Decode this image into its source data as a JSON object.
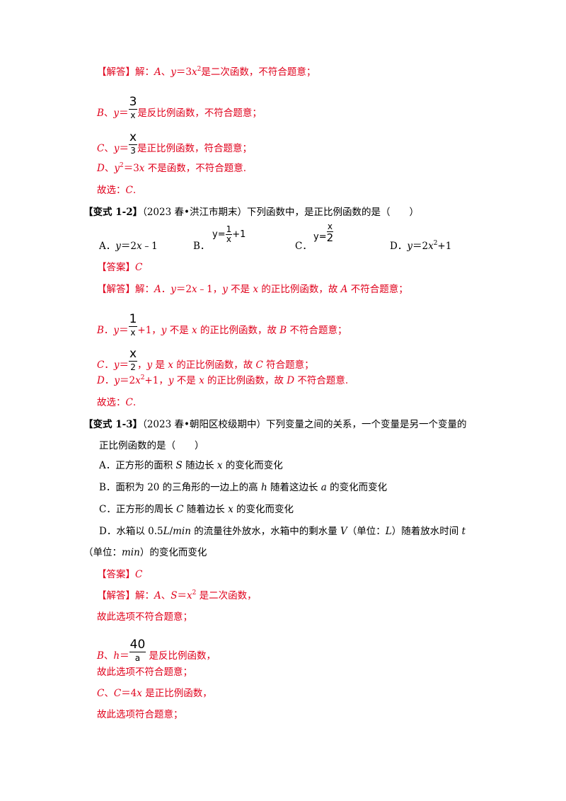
{
  "ex1_1": {
    "analysis_label": "【解答】",
    "l1_a": "解：",
    "l1_b": "A",
    "l1_c": "、",
    "l1_d": "y",
    "l1_e": "＝3",
    "l1_f": "x",
    "l1_g": "2",
    "l1_h": "是二次函数，不符合题意；",
    "l2_a": "B",
    "l2_b": "、",
    "l2_c": "y",
    "l2_d": "＝",
    "l2_num": "3",
    "l2_den": "x",
    "l2_e": "是反比例函数，不符合题意；",
    "l3_a": "C",
    "l3_b": "、",
    "l3_c": "y",
    "l3_d": "＝",
    "l3_num": "x",
    "l3_den": "3",
    "l3_e": "是正比例函数，符合题意；",
    "l4_a": "D",
    "l4_b": "、",
    "l4_c": "y",
    "l4_d": "2",
    "l4_e": "＝3",
    "l4_f": "x",
    "l4_g": " 不是函数，不符合题意.",
    "l5_a": "故选：",
    "l5_b": "C",
    "l5_c": "."
  },
  "ex1_2": {
    "title_label": "【变式 1-2】",
    "title_text": "（2023 春•洪江市期末）下列函数中，是正比例函数的是（　　）",
    "optA_a": "A．",
    "optA_b": "y",
    "optA_c": "＝2",
    "optA_d": "x",
    "optA_e": "﹣1",
    "optB_a": "B．",
    "optB_b": "y=",
    "optB_num": "1",
    "optB_den": "x",
    "optB_c": "+1",
    "optC_a": "C．",
    "optC_b": "y=",
    "optC_num": "x",
    "optC_den": "2",
    "optD_a": "D．",
    "optD_b": "y",
    "optD_c": "＝2",
    "optD_d": "x",
    "optD_e": "2",
    "optD_f": "+1",
    "answer_label": "【答案】",
    "answer_value": "C",
    "analysis_label": "【解答】",
    "s1_a": "解：",
    "s1_b": "A",
    "s1_c": "．",
    "s1_d": "y",
    "s1_e": "＝2",
    "s1_f": "x",
    "s1_g": "﹣1，",
    "s1_h": "y",
    "s1_i": " 不是 ",
    "s1_j": "x",
    "s1_k": " 的正比例函数，故 ",
    "s1_l": "A",
    "s1_m": " 不符合题意；",
    "s2_a": "B",
    "s2_b": "．",
    "s2_c": "y",
    "s2_d": "＝",
    "s2_num": "1",
    "s2_den": "x",
    "s2_e": "+1，",
    "s2_f": "y",
    "s2_g": " 不是 ",
    "s2_h": "x",
    "s2_i": " 的正比例函数，故 ",
    "s2_j": "B",
    "s2_k": " 不符合题意；",
    "s3_a": "C",
    "s3_b": "．",
    "s3_c": "y",
    "s3_d": "＝",
    "s3_num": "x",
    "s3_den": "2",
    "s3_e": "，",
    "s3_f": "y",
    "s3_g": " 是 ",
    "s3_h": "x",
    "s3_i": " 的正比例函数，故 ",
    "s3_j": "C",
    "s3_k": " 符合题意；",
    "s4_a": "D",
    "s4_b": "．",
    "s4_c": "y",
    "s4_d": "＝2",
    "s4_e": "x",
    "s4_f": "2",
    "s4_g": "+1，",
    "s4_h": "y",
    "s4_i": " 不是 ",
    "s4_j": "x",
    "s4_k": " 的正比例函数，故 ",
    "s4_l": "D",
    "s4_m": " 不符合题意.",
    "s5_a": "故选：",
    "s5_b": "C",
    "s5_c": "."
  },
  "ex1_3": {
    "title_label": "【变式 1-3】",
    "title_text": "（2023 春•朝阳区校级期中）下列变量之间的关系，一个变量是另一个变量的",
    "title_text2": "正比例函数的是（　　）",
    "optA_a": "A．正方形的面积 ",
    "optA_b": "S",
    "optA_c": " 随边长 ",
    "optA_d": "x",
    "optA_e": " 的变化而变化",
    "optB_a": "B．面积为 20 的三角形的一边上的高 ",
    "optB_b": "h",
    "optB_c": " 随着这边长 ",
    "optB_d": "a",
    "optB_e": " 的变化而变化",
    "optC_a": "C．正方形的周长 ",
    "optC_b": "C",
    "optC_c": " 随着边长 ",
    "optC_d": "x",
    "optC_e": " 的变化而变化",
    "optD_a": "D．水箱以 0.5",
    "optD_b": "L",
    "optD_c": "/",
    "optD_d": "min",
    "optD_e": " 的流量往外放水，水箱中的剩水量 ",
    "optD_f": "V",
    "optD_g": "（单位：",
    "optD_h": "L",
    "optD_i": "）随着放水时间 ",
    "optD_j": "t",
    "optD2_a": "（单位：",
    "optD2_b": "min",
    "optD2_c": "）的变化而变化",
    "answer_label": "【答案】",
    "answer_value": "C",
    "analysis_label": "【解答】",
    "s1_a": "解：",
    "s1_b": "A",
    "s1_c": "、",
    "s1_d": "S",
    "s1_e": "＝",
    "s1_f": "x",
    "s1_g": "2",
    "s1_h": " 是二次函数，",
    "s2": "故此选项不符合题意；",
    "s3_a": "B",
    "s3_b": "、",
    "s3_c": "h",
    "s3_d": "＝",
    "s3_num": "40",
    "s3_den": "a",
    "s3_e": " 是反比例函数，",
    "s4": "故此选项不符合题意；",
    "s5_a": "C",
    "s5_b": "、",
    "s5_c": "C",
    "s5_d": "＝4",
    "s5_e": "x",
    "s5_f": " 是正比例函数，",
    "s6": "故此选项符合题意；"
  }
}
